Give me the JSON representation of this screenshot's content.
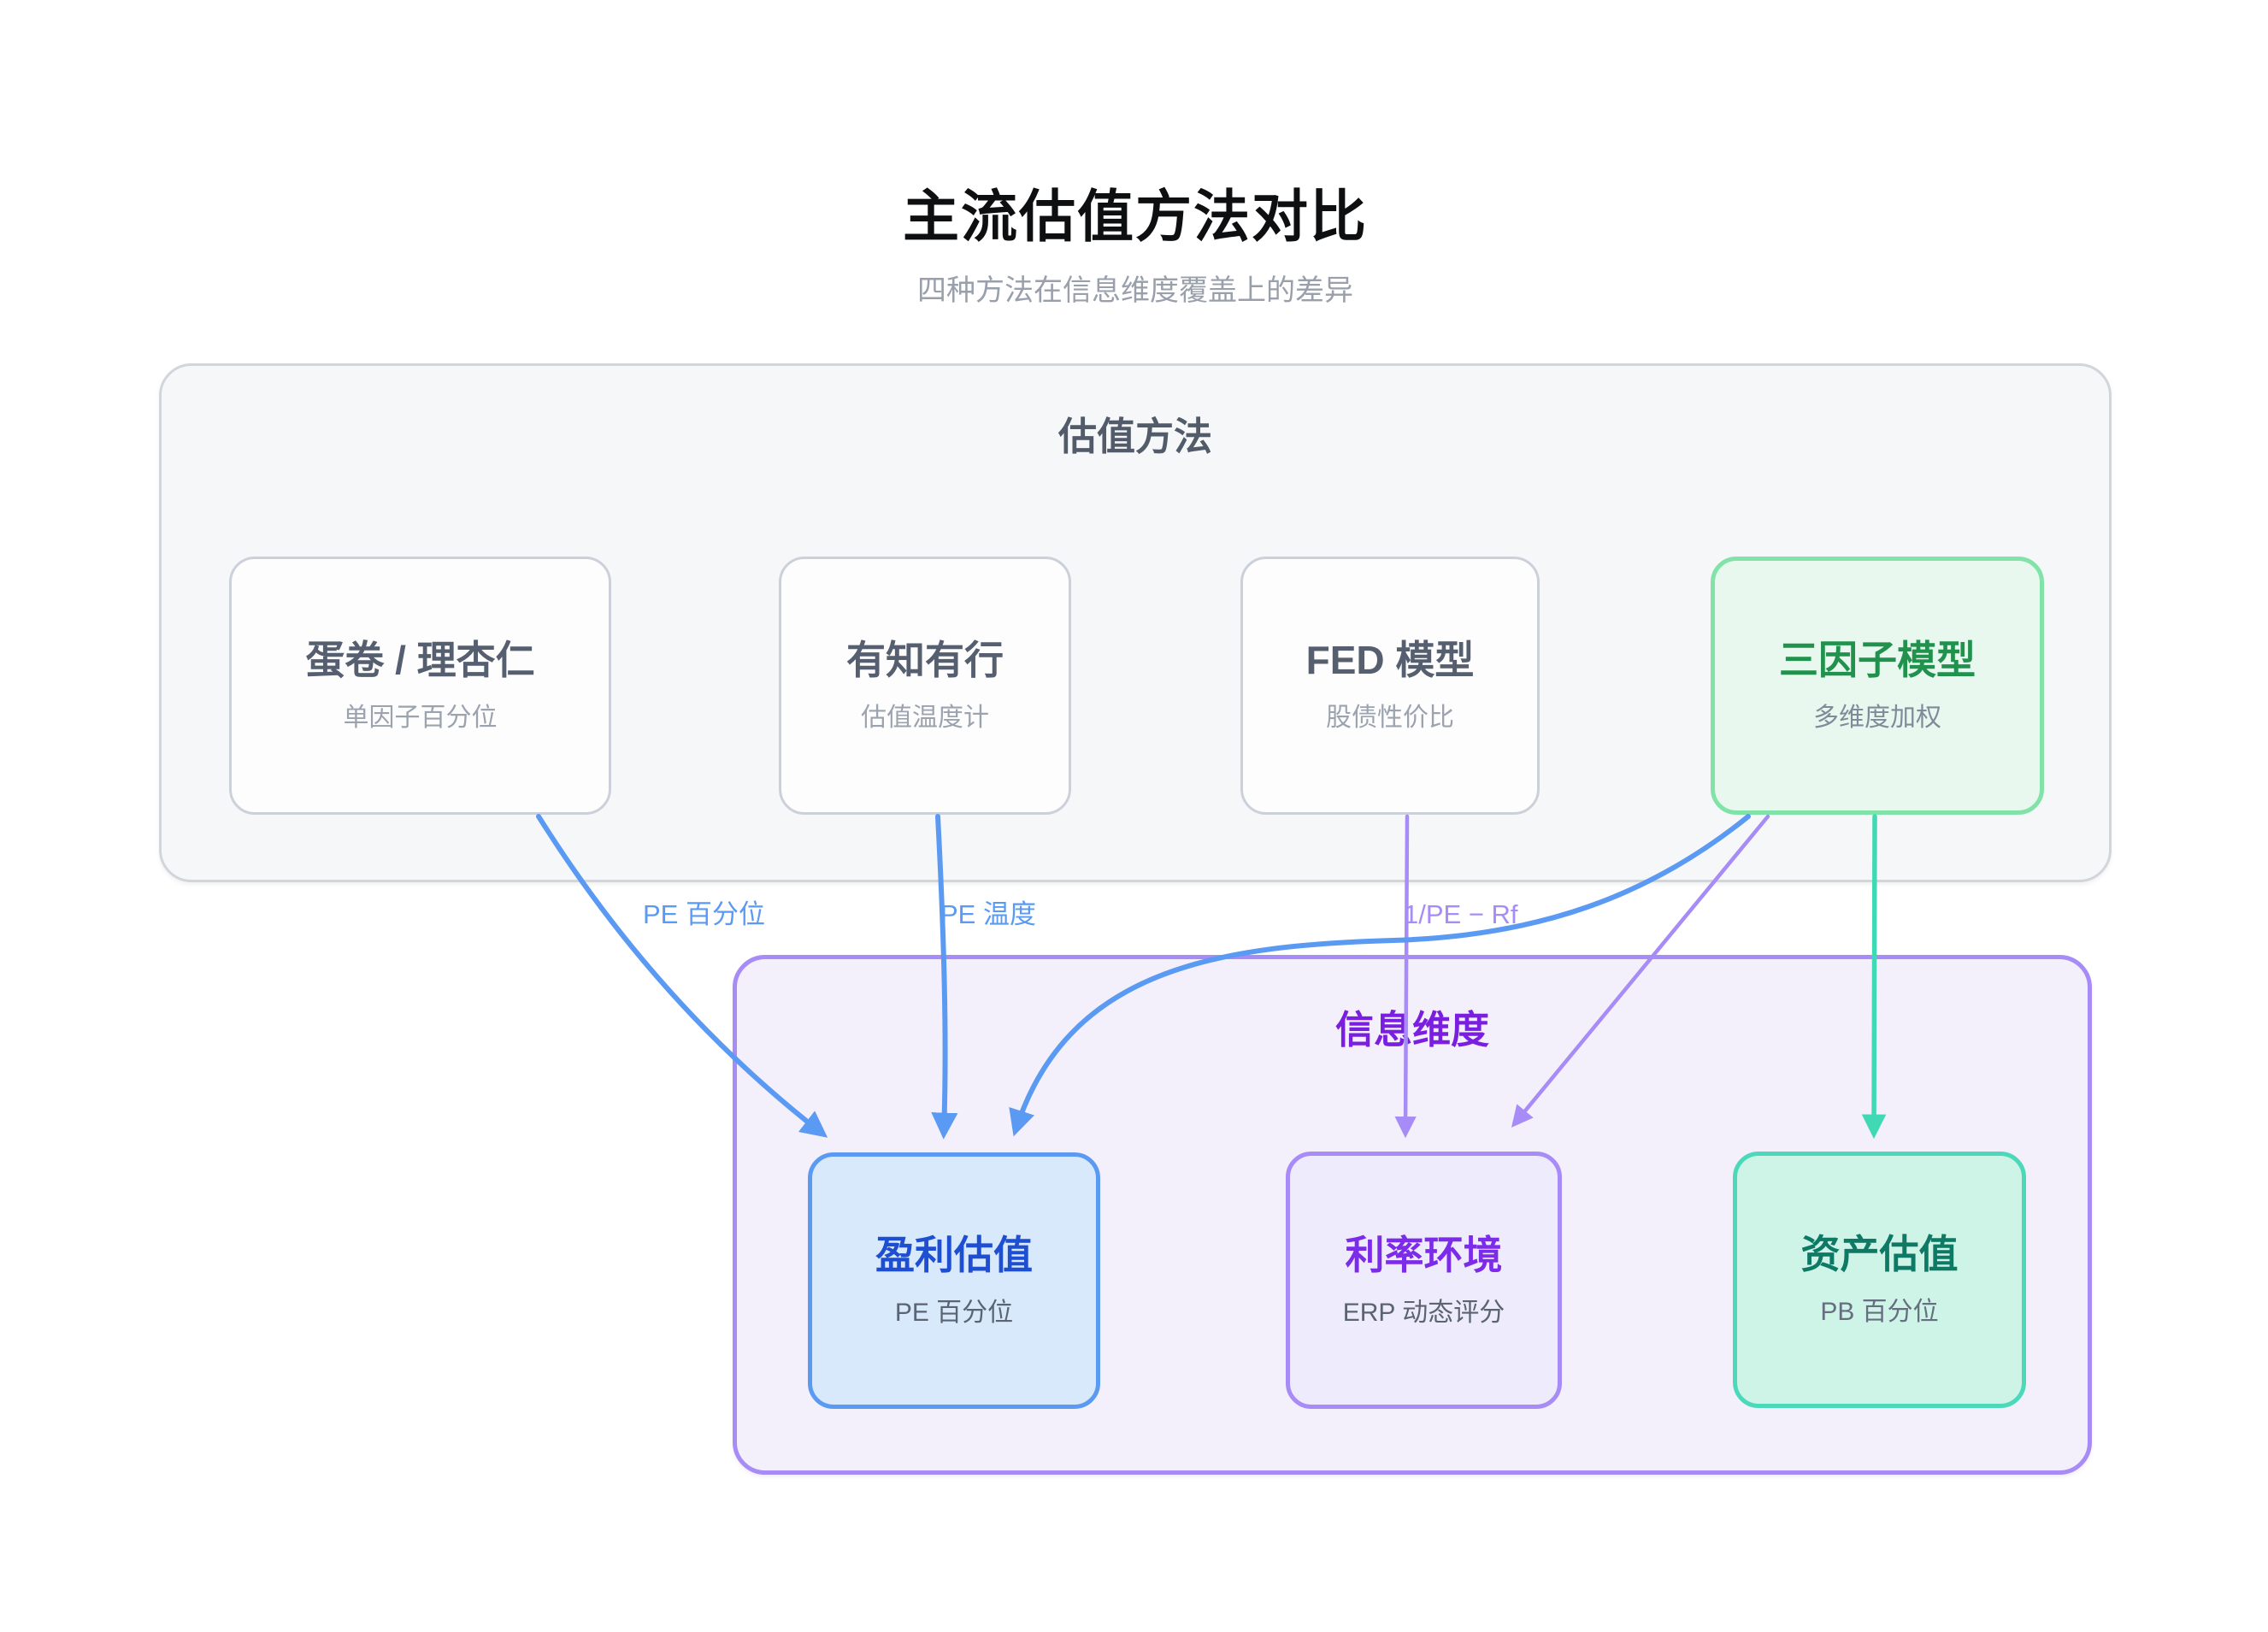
{
  "page": {
    "title": "主流估值方法对比",
    "subtitle": "四种方法在信息维度覆盖上的差异"
  },
  "containers": {
    "methods": {
      "label": "估值方法"
    },
    "dimensions": {
      "label": "信息维度"
    }
  },
  "method_nodes": [
    {
      "title": "蛋卷 / 理杏仁",
      "subtitle": "单因子百分位"
    },
    {
      "title": "有知有行",
      "subtitle": "估值温度计"
    },
    {
      "title": "FED 模型",
      "subtitle": "股债性价比"
    },
    {
      "title": "三因子模型",
      "subtitle": "多维度加权"
    }
  ],
  "dimension_nodes": [
    {
      "title": "盈利估值",
      "subtitle": "PE 百分位"
    },
    {
      "title": "利率环境",
      "subtitle": "ERP 动态评分"
    },
    {
      "title": "资产估值",
      "subtitle": "PB 百分位"
    }
  ],
  "edges": [
    {
      "from": "蛋卷 / 理杏仁",
      "to": "盈利估值",
      "label": "PE 百分位",
      "color": "#5b9af3"
    },
    {
      "from": "有知有行",
      "to": "盈利估值",
      "label": "PE 温度",
      "color": "#5b9af3"
    },
    {
      "from": "FED 模型",
      "to": "利率环境",
      "label": "1/PE − Rf",
      "color": "#a78bf6"
    },
    {
      "from": "三因子模型",
      "to": "盈利估值",
      "label": "",
      "color": "#5b9af3"
    },
    {
      "from": "三因子模型",
      "to": "利率环境",
      "label": "",
      "color": "#a78bf6"
    },
    {
      "from": "三因子模型",
      "to": "资产估值",
      "label": "",
      "color": "#41d8b6"
    }
  ],
  "colors": {
    "blue_edge": "#5b9af3",
    "purple_edge": "#a78bf6",
    "teal_edge": "#41d8b6",
    "methods_container_bg": "#f6f7f9",
    "dimensions_container_bg": "#f3f0fc",
    "highlight_method_bg": "#e9f8ee",
    "highlight_method_border": "#82e3a9"
  }
}
